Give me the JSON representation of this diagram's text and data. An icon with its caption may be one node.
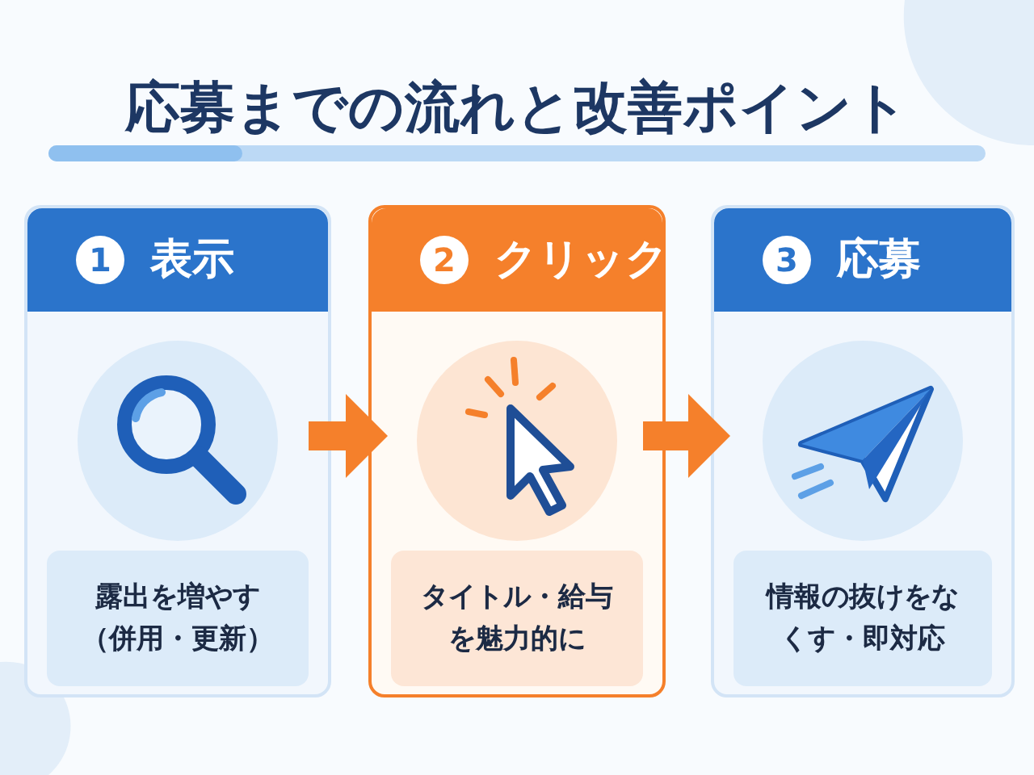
{
  "diagram": {
    "title": "応募までの流れと改善ポイント",
    "nodes": [
      {
        "text": [
          "1",
          "表示"
        ]
      },
      {
        "text": [
          "2",
          "クリック"
        ]
      },
      {
        "text": [
          "3",
          "応募"
        ]
      },
      {
        "text": [
          "露出を増やす（併用・更新）"
        ],
        "in": 0
      },
      {
        "text": [
          "タイトル・給与を魅力的に"
        ],
        "in": 1
      },
      {
        "text": [
          "情報の抜けをなくす・即対応"
        ],
        "in": 2
      }
    ],
    "edges": [
      {
        "from": 0,
        "to": 1,
        "arrow": "to"
      },
      {
        "from": 1,
        "to": 2,
        "arrow": "to"
      }
    ]
  }
}
